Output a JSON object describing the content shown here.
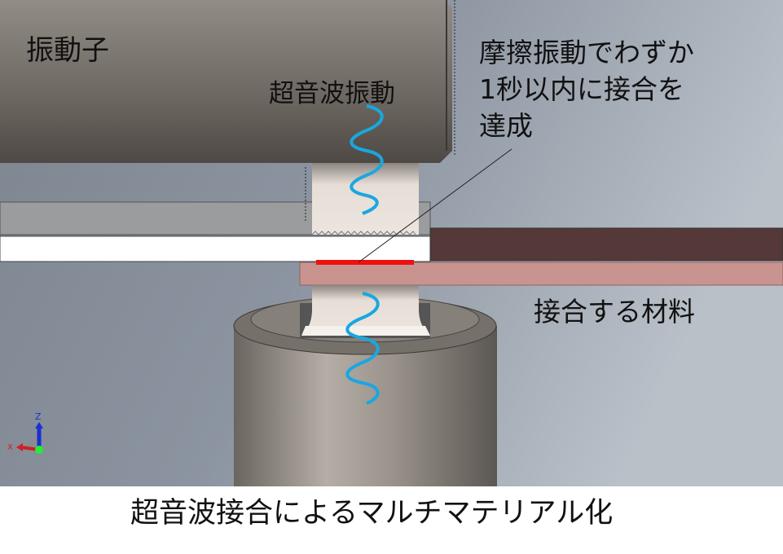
{
  "labels": {
    "transducer": "振動子",
    "ultrasonic_vibration": "超音波振動",
    "friction_line1": "摩擦振動でわずか",
    "friction_line2": "1秒以内に接合を",
    "friction_line3": "達成",
    "materials": "接合する材料",
    "caption": "超音波接合によるマルチマテリアル化"
  },
  "axis_triad": {
    "z": "Z",
    "x": "X"
  },
  "colors": {
    "spring": "#1aa7e0",
    "weld_zone": "#ee1111",
    "upper_plate": "#553838",
    "lower_plate": "#c9938f"
  }
}
